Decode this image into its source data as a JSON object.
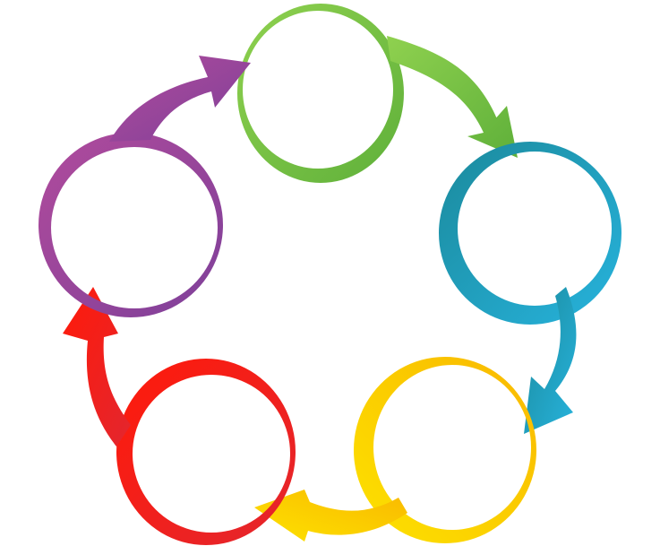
{
  "diagram": {
    "type": "cycle",
    "stage_count": 5,
    "direction": "clockwise",
    "stages": [
      {
        "name": "green-stage",
        "color": "#7dc242",
        "label": ""
      },
      {
        "name": "teal-stage",
        "color": "#22a3c4",
        "label": ""
      },
      {
        "name": "yellow-stage",
        "color": "#f7c600",
        "label": ""
      },
      {
        "name": "red-stage",
        "color": "#ed1c24",
        "label": ""
      },
      {
        "name": "purple-stage",
        "color": "#94479c",
        "label": ""
      }
    ]
  }
}
